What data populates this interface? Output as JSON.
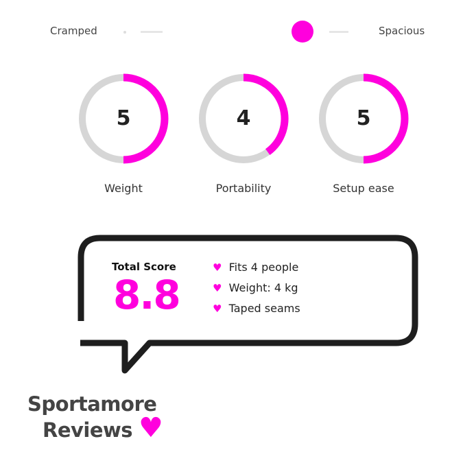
{
  "space_scale": {
    "left_label": "Cramped",
    "right_label": "Spacious",
    "value": 0.85
  },
  "ratings": [
    {
      "value": "5",
      "score": 5,
      "max": 10,
      "label": "Weight"
    },
    {
      "value": "4",
      "score": 4,
      "max": 10,
      "label": "Portability"
    },
    {
      "value": "5",
      "score": 5,
      "max": 10,
      "label": "Setup ease"
    }
  ],
  "summary": {
    "title": "Total Score",
    "score": "8.8",
    "features": [
      "Fits 4 people",
      "Weight: 4 kg",
      "Taped seams"
    ]
  },
  "brand": {
    "line1": "Sportamore",
    "line2": "Reviews"
  },
  "colors": {
    "accent": "#ff00dd",
    "track": "#d6d6d6",
    "ink": "#1e1e1e"
  }
}
